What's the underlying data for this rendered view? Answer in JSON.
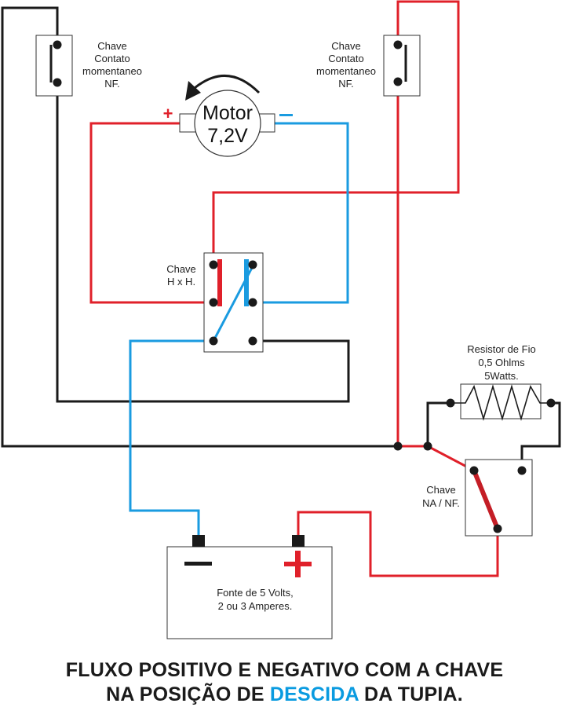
{
  "switch_left": {
    "line1": "Chave",
    "line2": "Contato",
    "line3": "momentaneo",
    "line4": "NF."
  },
  "switch_right": {
    "line1": "Chave",
    "line2": "Contato",
    "line3": "momentaneo",
    "line4": "NF."
  },
  "motor": {
    "line1": "Motor",
    "line2": "7,2V",
    "plus": "+",
    "minus": "−"
  },
  "switch_hh": {
    "line1": "Chave",
    "line2": "H x H."
  },
  "resistor": {
    "line1": "Resistor de Fio",
    "line2": "0,5 Ohlms",
    "line3": "5Watts."
  },
  "switch_nanf": {
    "line1": "Chave",
    "line2": "NA / NF."
  },
  "power_supply": {
    "line1": "Fonte de 5 Volts,",
    "line2": "2 ou 3 Amperes."
  },
  "caption": {
    "line1": "FLUXO POSITIVO E NEGATIVO COM A CHAVE",
    "line2_pre": "NA POSIÇÃO DE ",
    "line2_highlight": "DESCIDA",
    "line2_post": " DA TUPIA."
  },
  "colors": {
    "positive_wire": "#e0202a",
    "negative_wire": "#1a9be0",
    "neutral_wire": "#1a1a1a",
    "highlight": "#0a9be0"
  }
}
